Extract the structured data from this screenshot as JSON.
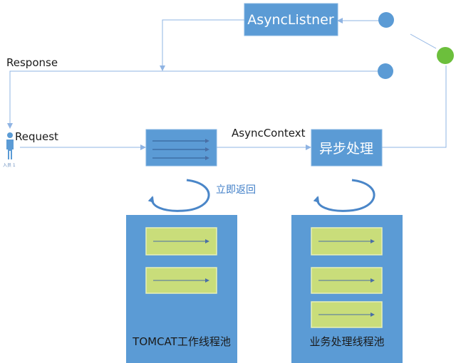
{
  "nodes": {
    "async_listener": "AsyncListner",
    "async_processing": "异步处理",
    "tomcat_pool": "TOMCAT工作线程池",
    "business_pool": "业务处理线程池",
    "actor_caption": "入员 1"
  },
  "labels": {
    "response": "Response",
    "request": "Request",
    "async_context": "AsyncContext",
    "return_immediately": "立即返回"
  },
  "colors": {
    "box_blue": "#5b9bd5",
    "line_blue": "#8fb4e3",
    "slot_green": "#c9dd7a",
    "slot_border": "#e8f0b8",
    "circle_blue": "#5b9bd5",
    "circle_green": "#6cbf3c"
  }
}
